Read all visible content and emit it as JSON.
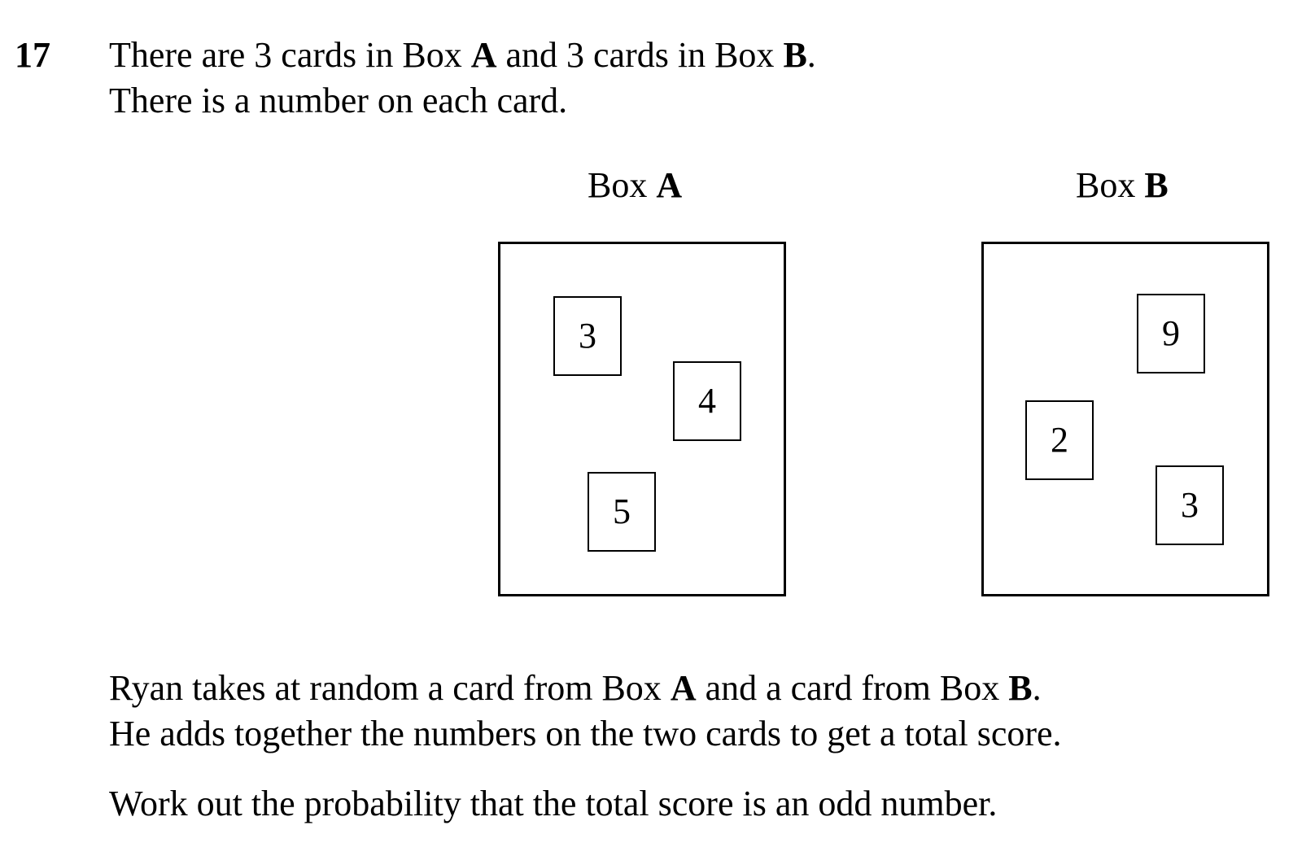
{
  "question": {
    "number": "17",
    "intro_line1": {
      "t1": "There are 3 cards in Box ",
      "b1": "A",
      "t2": " and 3 cards in Box ",
      "b2": "B",
      "t3": "."
    },
    "intro_line2": "There is a number on each card.",
    "boxes": [
      {
        "label_prefix": "Box ",
        "label_letter": "A",
        "cards": [
          "3",
          "4",
          "5"
        ]
      },
      {
        "label_prefix": "Box ",
        "label_letter": "B",
        "cards": [
          "9",
          "2",
          "3"
        ]
      }
    ],
    "body_line1": {
      "t1": "Ryan takes at random a card from Box ",
      "b1": "A",
      "t2": " and a card from Box ",
      "b2": "B",
      "t3": "."
    },
    "body_line2": "He adds together the numbers on the two cards to get a total score.",
    "instruction": "Work out the probability that the total score is an odd number."
  }
}
